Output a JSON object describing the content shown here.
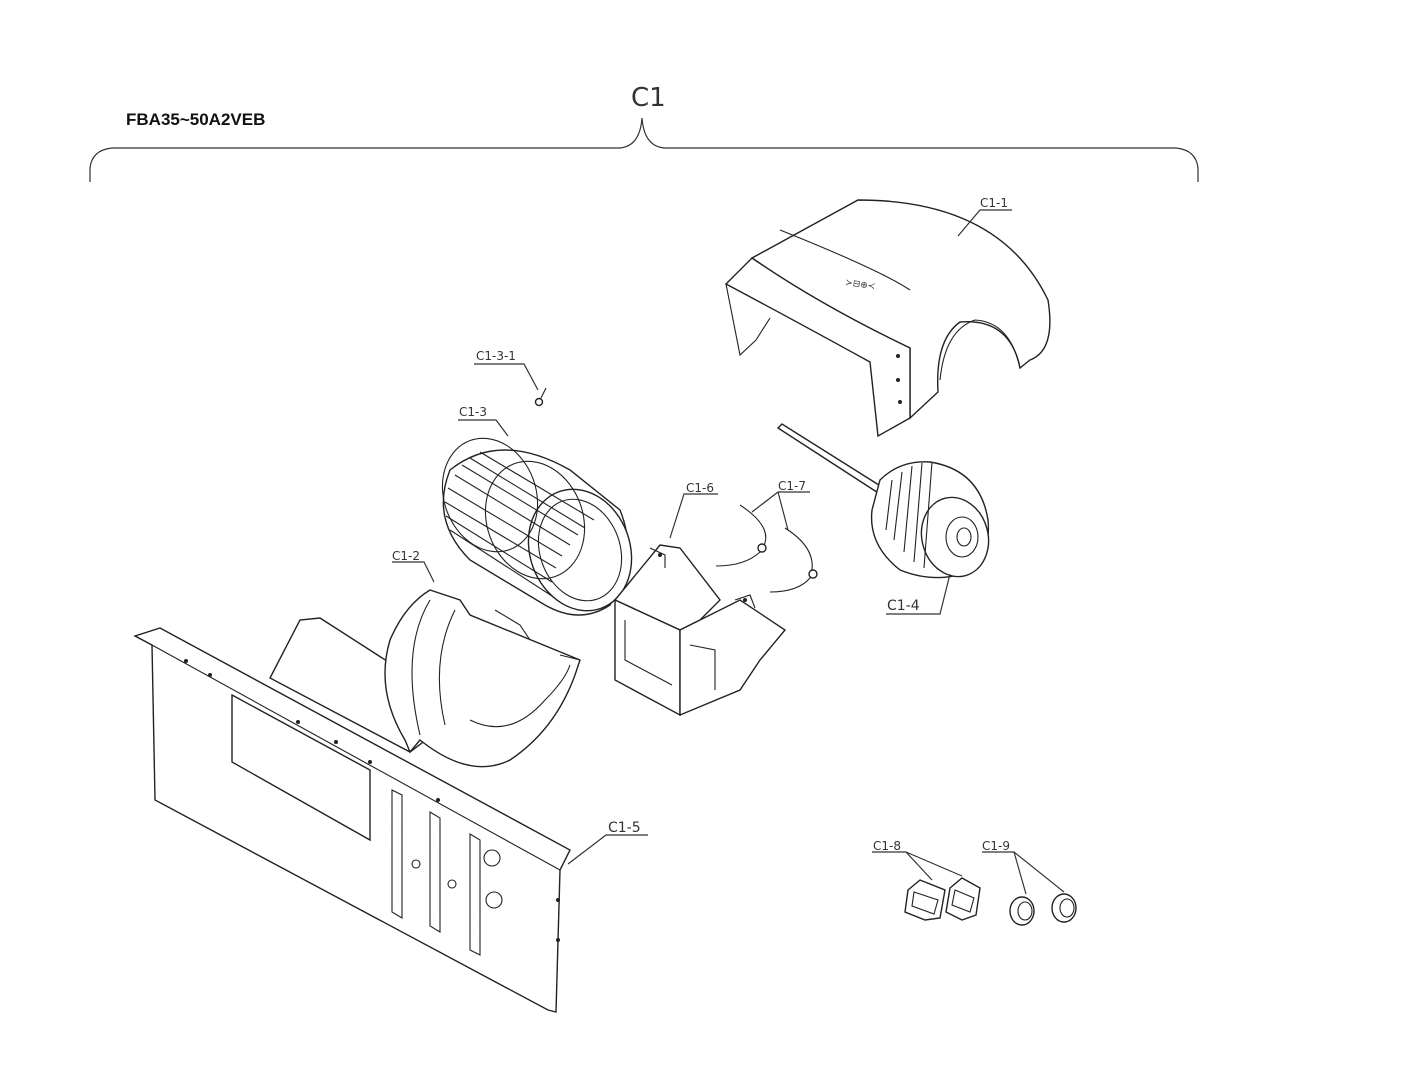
{
  "model": "FBA35~50A2VEB",
  "group_label": "C1",
  "parts": {
    "c1_1": "C1-1",
    "c1_2": "C1-2",
    "c1_3": "C1-3",
    "c1_3_1": "C1-3-1",
    "c1_4": "C1-4",
    "c1_5": "C1-5",
    "c1_6": "C1-6",
    "c1_7": "C1-7",
    "c1_8": "C1-8",
    "c1_9": "C1-9"
  }
}
